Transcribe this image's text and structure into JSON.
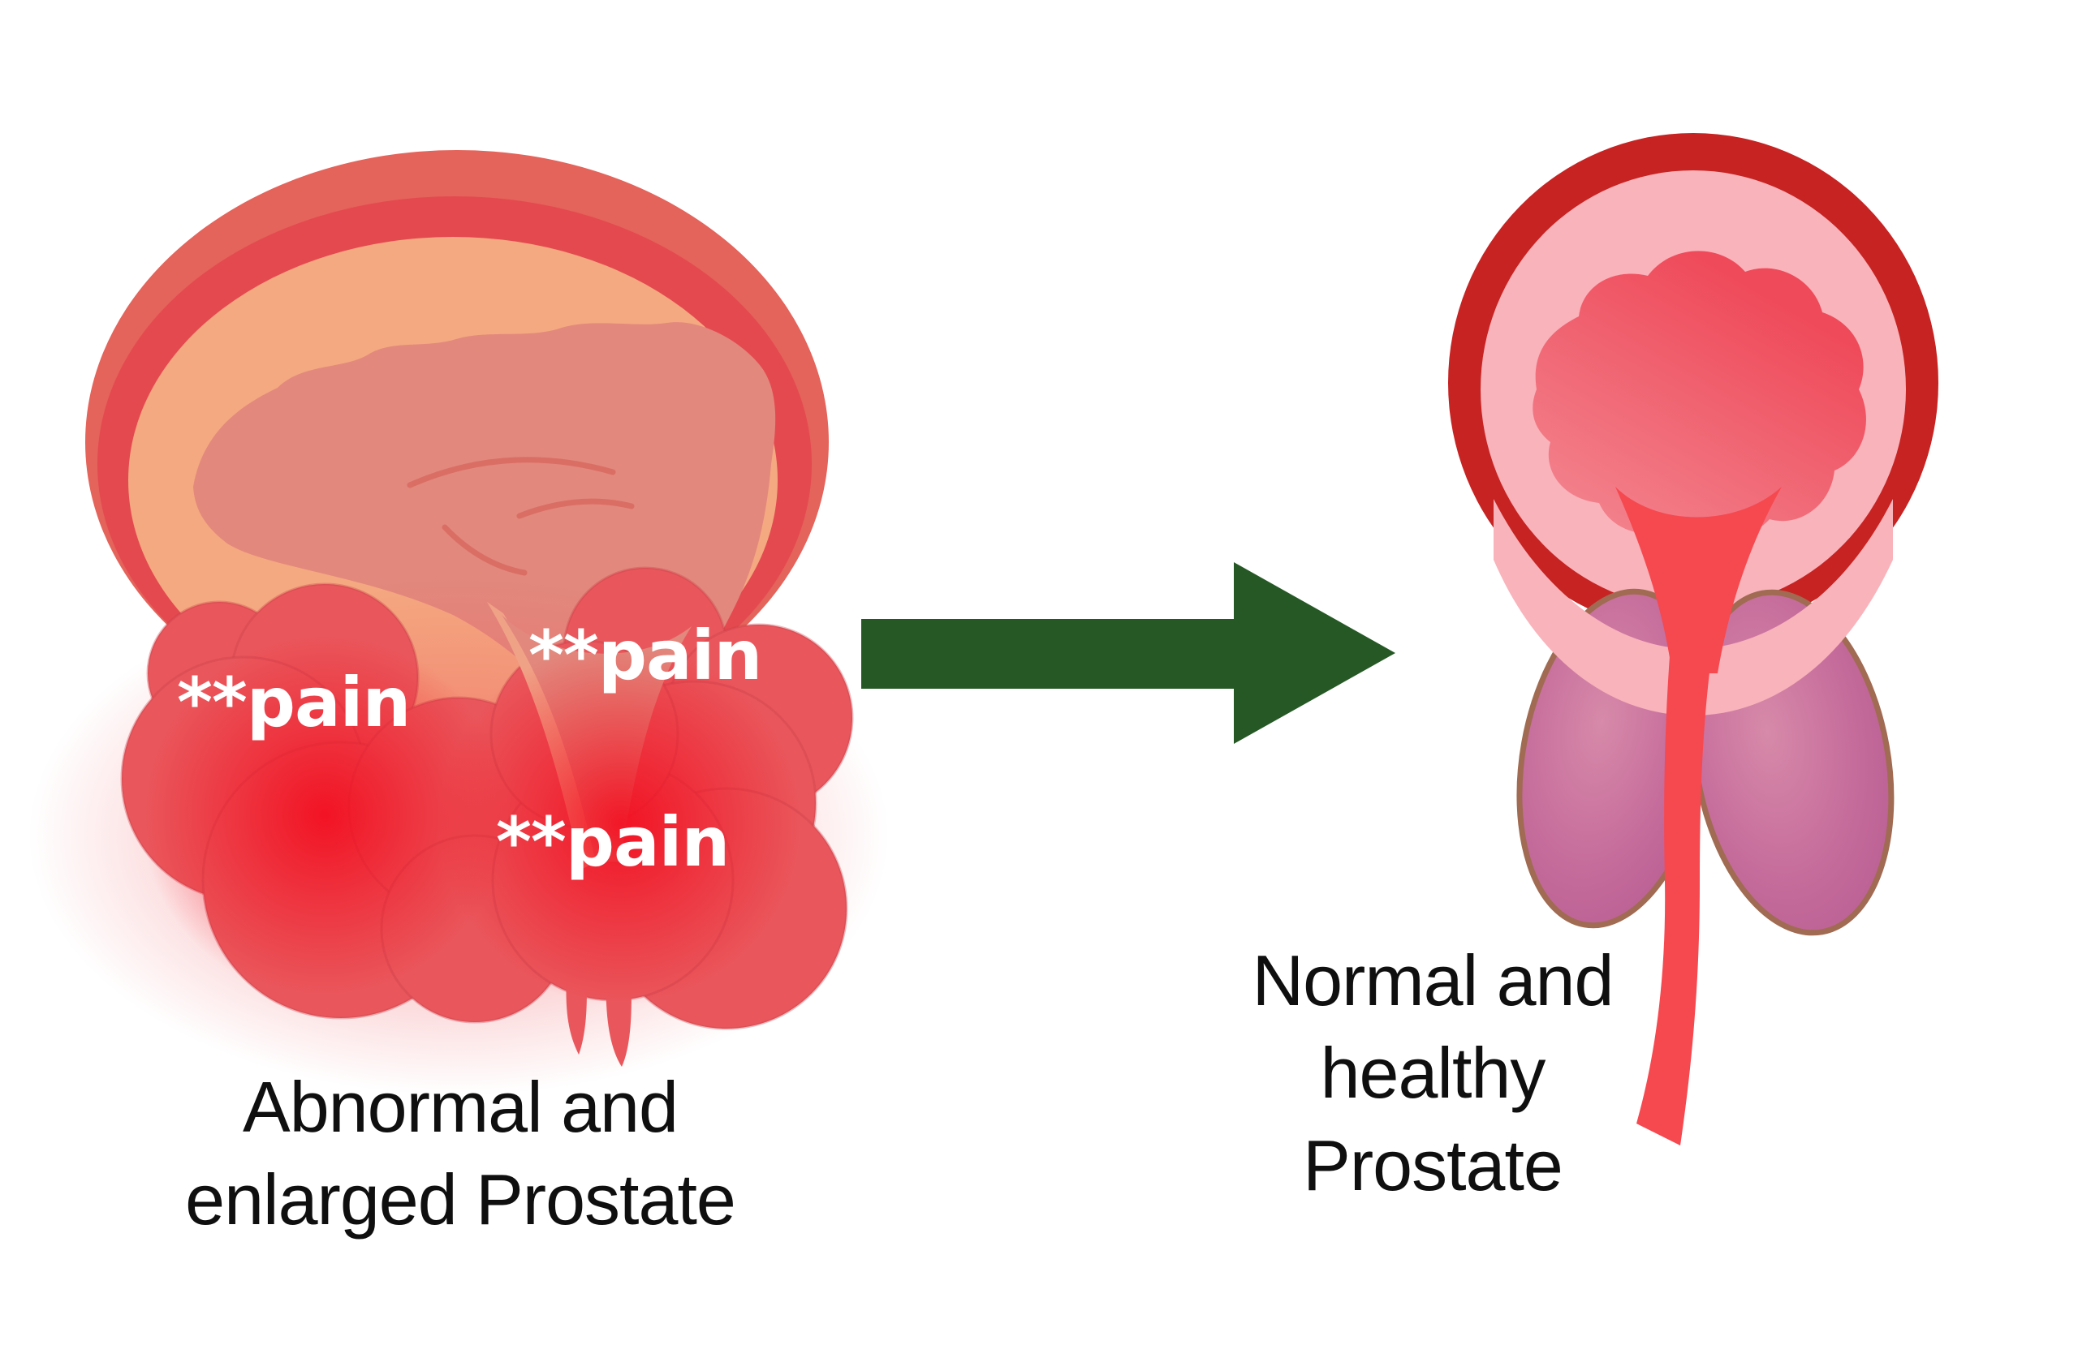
{
  "title": "Prostate comparison diagram",
  "left_panel": {
    "caption": {
      "line1": "Abnormal and",
      "line2": "enlarged Prostate"
    },
    "pain_labels": [
      {
        "text": "**pain"
      },
      {
        "text": "**pain"
      },
      {
        "text": "**pain"
      }
    ]
  },
  "right_panel": {
    "caption": {
      "line1": "Normal and",
      "line2": "healthy",
      "line3": "Prostate"
    }
  },
  "arrow": {
    "direction": "right"
  },
  "colors": {
    "background": "#ffffff",
    "caption_text": "#0f0f0f",
    "pain_text": "#ffffff",
    "arrow_green": "#265826",
    "bladder_outer": "#e4635a",
    "bladder_band": "#e4494f",
    "bladder_wall_peach": "#f4a981",
    "bladder_inner_rose": "#e2887d",
    "bladder_crease": "#d96a60",
    "funnel_peach": "#f0a287",
    "prostate_red": "#e9575c",
    "prostate_shade": "#d94f55",
    "pain_glow_red": "#f30d1f",
    "halo_pink": "#f0555c",
    "healthy_ring_red": "#c62322",
    "healthy_wall_pink": "#f9b3bb",
    "urine_top": "#ef4a5a",
    "urine_bottom": "#f27f8a",
    "healthy_prostate_light": "#d78aa9",
    "healthy_prostate_mauve": "#c66d9c",
    "healthy_prostate_dark": "#bb5f93",
    "healthy_prostate_outline": "#a06b52",
    "urethra_red": "#f6484f"
  }
}
